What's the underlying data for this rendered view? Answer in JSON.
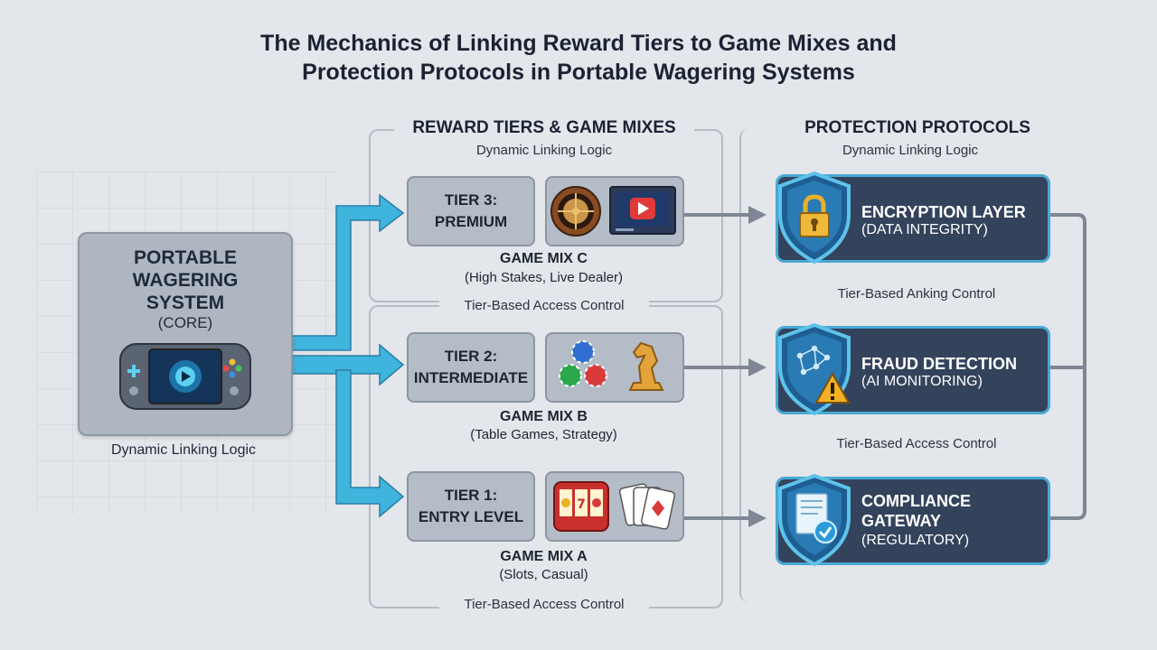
{
  "title_line1": "The Mechanics of Linking Reward Tiers to Game Mixes and",
  "title_line2": "Protection Protocols in Portable Wagering Systems",
  "core": {
    "line1": "PORTABLE",
    "line2": "WAGERING",
    "line3": "SYSTEM",
    "subtitle": "(CORE)",
    "footer": "Dynamic Linking Logic"
  },
  "rewards_section": {
    "heading": "REWARD TIERS & GAME MIXES",
    "subheading": "Dynamic Linking Logic",
    "access_label_top": "Tier-Based Access Control",
    "access_label_bottom": "Tier-Based Access Control"
  },
  "tiers": [
    {
      "line1": "TIER 3:",
      "line2": "PREMIUM",
      "mix_title": "GAME MIX C",
      "mix_sub": "(High Stakes, Live Dealer)"
    },
    {
      "line1": "TIER 2:",
      "line2": "INTERMEDIATE",
      "mix_title": "GAME MIX B",
      "mix_sub": "(Table Games, Strategy)"
    },
    {
      "line1": "TIER 1:",
      "line2": "ENTRY LEVEL",
      "mix_title": "GAME MIX A",
      "mix_sub": "(Slots, Casual)"
    }
  ],
  "protection_section": {
    "heading": "PROTECTION PROTOCOLS",
    "subheading": "Dynamic Linking Logic",
    "label_between_1": "Tier-Based Anking Control",
    "label_between_2": "Tier-Based Access Control"
  },
  "protocols": [
    {
      "line1": "ENCRYPTION LAYER",
      "line2": "",
      "sub": "(DATA INTEGRITY)",
      "icon": "lock-icon"
    },
    {
      "line1": "FRAUD DETECTION",
      "line2": "",
      "sub": "(AI MONITORING)",
      "icon": "warning-icon"
    },
    {
      "line1": "COMPLIANCE",
      "line2": "GATEWAY",
      "sub": "(REGULATORY)",
      "icon": "badge-icon"
    }
  ],
  "colors": {
    "background": "#e3e6ea",
    "accent_arrow": "#3fb4dd",
    "protocol_fill": "#34435c",
    "protocol_border": "#47a9d4",
    "tier_fill": "#b4bcc7"
  }
}
